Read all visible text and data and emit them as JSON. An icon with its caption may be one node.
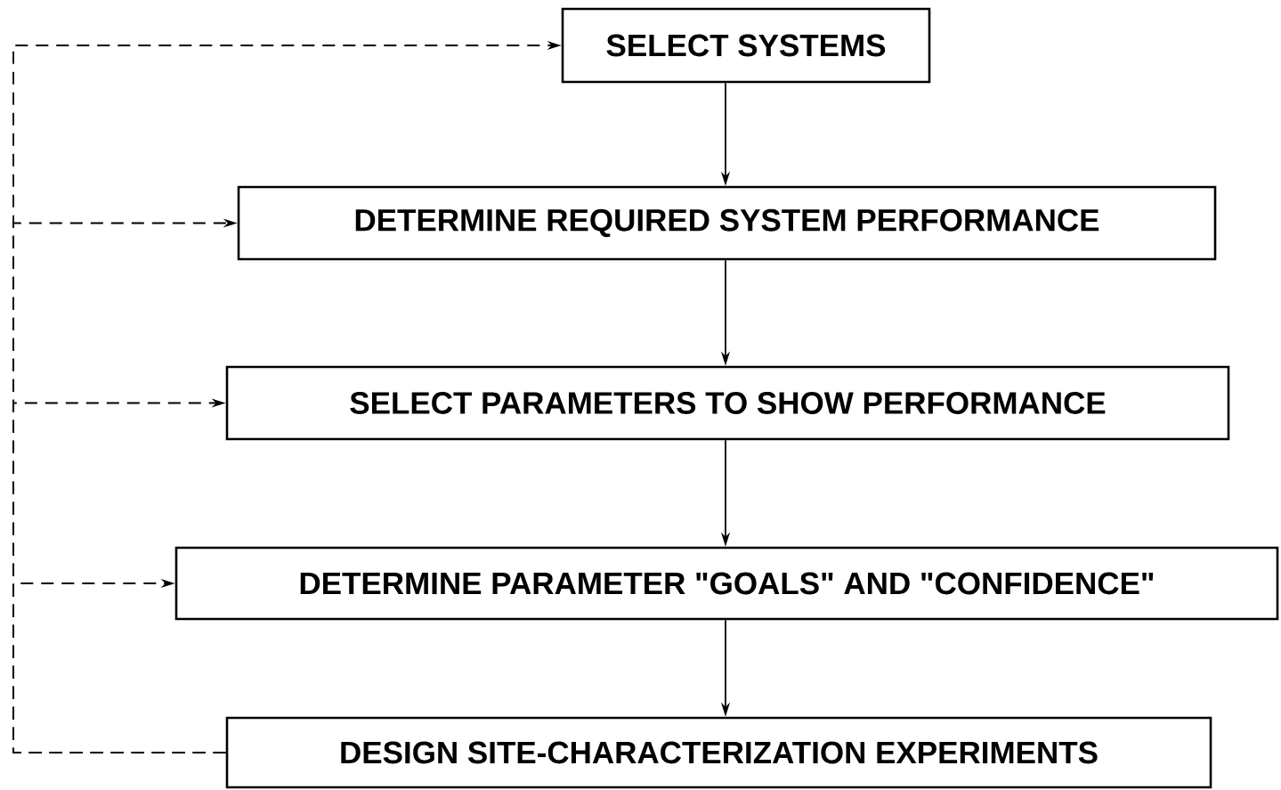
{
  "diagram": {
    "nodes": [
      {
        "text": [
          "SELECT SYSTEMS"
        ]
      },
      {
        "text": [
          "DETERMINE REQUIRED SYSTEM PERFORMANCE"
        ]
      },
      {
        "text": [
          "SELECT PARAMETERS TO SHOW PERFORMANCE"
        ]
      },
      {
        "text": [
          "DETERMINE PARAMETER \"GOALS\" AND \"CONFIDENCE\""
        ]
      },
      {
        "text": [
          "DESIGN SITE-CHARACTERIZATION EXPERIMENTS"
        ]
      }
    ],
    "edges": [
      {
        "from": 0,
        "to": 1,
        "arrow": "to"
      },
      {
        "from": 1,
        "to": 2,
        "arrow": "to"
      },
      {
        "from": 2,
        "to": 3,
        "arrow": "to"
      },
      {
        "from": 3,
        "to": 4,
        "arrow": "to"
      },
      {
        "from": 4,
        "to": 0,
        "arrow": "to",
        "style": "dashed"
      },
      {
        "from": 4,
        "to": 1,
        "arrow": "to",
        "style": "dashed"
      },
      {
        "from": 4,
        "to": 2,
        "arrow": "to",
        "style": "dashed"
      },
      {
        "from": 4,
        "to": 3,
        "arrow": "to",
        "style": "dashed"
      }
    ]
  }
}
